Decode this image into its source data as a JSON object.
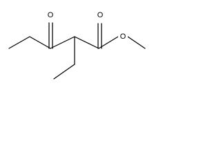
{
  "molecule": {
    "atoms": {
      "ketone_oxygen": "O",
      "ester_carbonyl_oxygen": "O",
      "ester_ether_oxygen": "O"
    }
  },
  "colors": {
    "bond": "#000000",
    "background": "#ffffff"
  }
}
